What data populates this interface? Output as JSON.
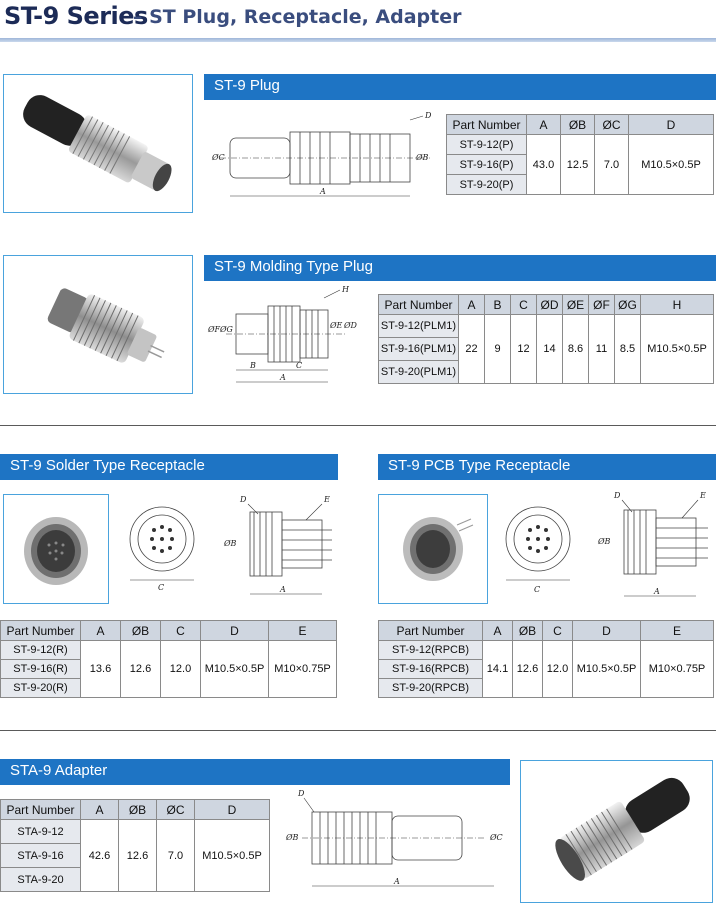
{
  "header": {
    "title": "ST-9 Series",
    "subtitle": "– ST Plug, Receptacle, Adapter"
  },
  "sections": {
    "plug": {
      "title": "ST-9 Plug",
      "columns": [
        "Part Number",
        "A",
        "ØB",
        "ØC",
        "D"
      ],
      "parts": [
        "ST-9-12(P)",
        "ST-9-16(P)",
        "ST-9-20(P)"
      ],
      "values": [
        "43.0",
        "12.5",
        "7.0",
        "M10.5×0.5P"
      ],
      "drawing_labels": {
        "a": "A",
        "b": "ØB",
        "c": "ØC",
        "d": "D"
      }
    },
    "molding": {
      "title": "ST-9 Molding Type Plug",
      "columns": [
        "Part Number",
        "A",
        "B",
        "C",
        "ØD",
        "ØE",
        "ØF",
        "ØG",
        "H"
      ],
      "parts": [
        "ST-9-12(PLM1)",
        "ST-9-16(PLM1)",
        "ST-9-20(PLM1)"
      ],
      "values": [
        "22",
        "9",
        "12",
        "14",
        "8.6",
        "11",
        "8.5",
        "M10.5×0.5P"
      ],
      "drawing_labels": {
        "a": "A",
        "b": "B",
        "c": "C",
        "d": "ØD",
        "e": "ØE",
        "f": "ØF",
        "g": "ØG",
        "h": "H"
      }
    },
    "solder": {
      "title": "ST-9 Solder Type Receptacle",
      "columns": [
        "Part Number",
        "A",
        "ØB",
        "C",
        "D",
        "E"
      ],
      "parts": [
        "ST-9-12(R)",
        "ST-9-16(R)",
        "ST-9-20(R)"
      ],
      "values": [
        "13.6",
        "12.6",
        "12.0",
        "M10.5×0.5P",
        "M10×0.75P"
      ],
      "drawing_labels": {
        "a": "A",
        "b": "ØB",
        "c": "C",
        "d": "D",
        "e": "E"
      }
    },
    "pcb": {
      "title": "ST-9 PCB Type Receptacle",
      "columns": [
        "Part Number",
        "A",
        "ØB",
        "C",
        "D",
        "E"
      ],
      "parts": [
        "ST-9-12(RPCB)",
        "ST-9-16(RPCB)",
        "ST-9-20(RPCB)"
      ],
      "values": [
        "14.1",
        "12.6",
        "12.0",
        "M10.5×0.5P",
        "M10×0.75P"
      ],
      "drawing_labels": {
        "a": "A",
        "b": "ØB",
        "c": "C",
        "d": "D",
        "e": "E"
      }
    },
    "adapter": {
      "title": "STA-9 Adapter",
      "columns": [
        "Part Number",
        "A",
        "ØB",
        "ØC",
        "D"
      ],
      "parts": [
        "STA-9-12",
        "STA-9-16",
        "STA-9-20"
      ],
      "values": [
        "42.6",
        "12.6",
        "7.0",
        "M10.5×0.5P"
      ],
      "drawing_labels": {
        "a": "A",
        "b": "ØB",
        "c": "ØC",
        "d": "D"
      }
    }
  }
}
